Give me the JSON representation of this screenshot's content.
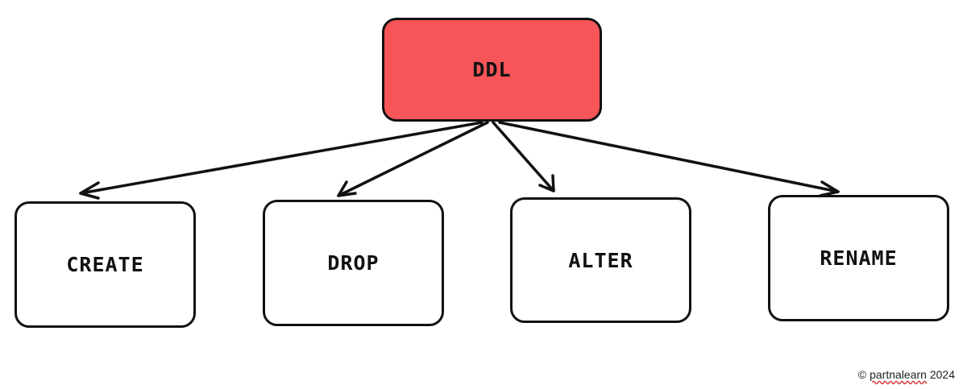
{
  "root": {
    "label": "DDL",
    "fill": "#f85558"
  },
  "children": [
    {
      "label": "CREATE"
    },
    {
      "label": "DROP"
    },
    {
      "label": "ALTER"
    },
    {
      "label": "RENAME"
    }
  ],
  "footer": {
    "symbol": "©",
    "brand": "partnalearn",
    "year": "2024"
  },
  "colors": {
    "stroke": "#111111",
    "node_fill": "#ffffff"
  }
}
